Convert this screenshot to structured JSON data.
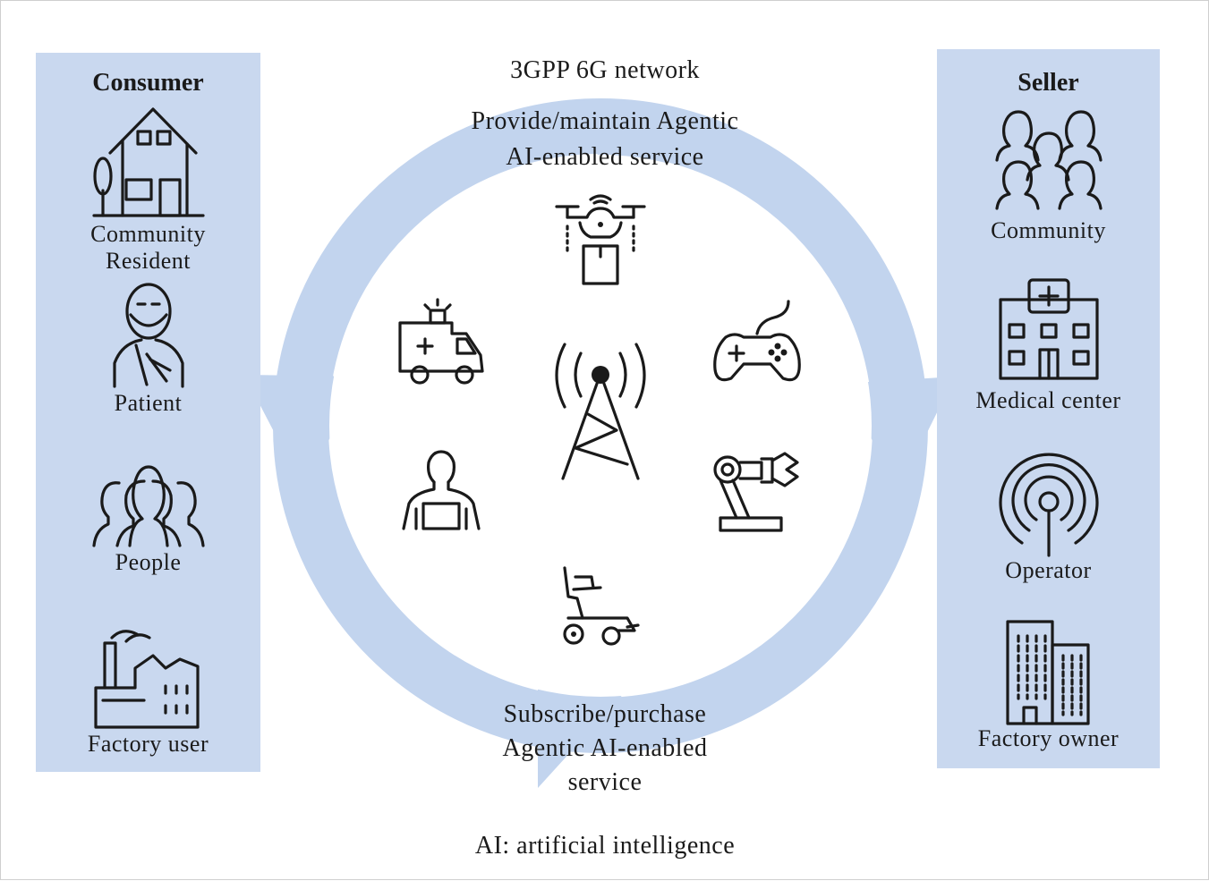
{
  "left_panel": {
    "title": "Consumer",
    "items": [
      {
        "label": "Community\nResident",
        "icon": "house-icon"
      },
      {
        "label": "Patient",
        "icon": "patient-icon"
      },
      {
        "label": "People",
        "icon": "people-icon"
      },
      {
        "label": "Factory user",
        "icon": "factory-icon"
      }
    ]
  },
  "right_panel": {
    "title": "Seller",
    "items": [
      {
        "label": "Community",
        "icon": "community-icon"
      },
      {
        "label": "Medical center",
        "icon": "hospital-icon"
      },
      {
        "label": "Operator",
        "icon": "antenna-icon"
      },
      {
        "label": "Factory owner",
        "icon": "office-building-icon"
      }
    ]
  },
  "center": {
    "network_label": "3GPP 6G network",
    "top_label": "Provide/maintain Agentic\nAI-enabled service",
    "bottom_label": "Subscribe/purchase\nAgentic AI-enabled\nservice",
    "icons": [
      "drone-delivery-icon",
      "ambulance-icon",
      "game-controller-icon",
      "cell-tower-icon",
      "exoskeleton-icon",
      "robot-arm-icon",
      "wheelchair-icon"
    ]
  },
  "footnote": "AI: artificial intelligence",
  "colors": {
    "panel": "#c9d8ef",
    "ring": "#c2d4ee",
    "ink": "#1a1a1a"
  }
}
